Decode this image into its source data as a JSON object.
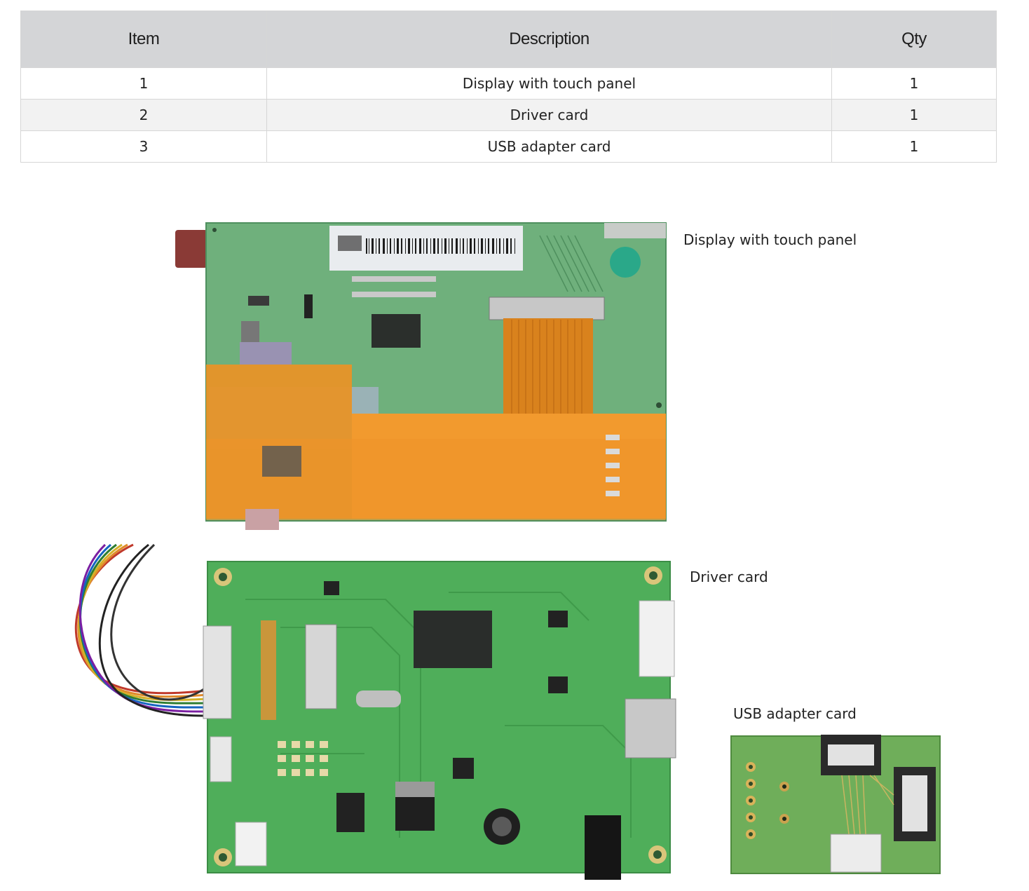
{
  "table": {
    "headers": {
      "item": "Item",
      "description": "Description",
      "qty": "Qty"
    },
    "rows": [
      {
        "item": "1",
        "description": "Display with touch panel",
        "qty": "1"
      },
      {
        "item": "2",
        "description": "Driver card",
        "qty": "1"
      },
      {
        "item": "3",
        "description": "USB adapter card",
        "qty": "1"
      }
    ]
  },
  "photos": {
    "display": {
      "caption": "Display with touch panel"
    },
    "driver": {
      "caption": "Driver card"
    },
    "usb": {
      "caption": "USB adapter card"
    }
  }
}
